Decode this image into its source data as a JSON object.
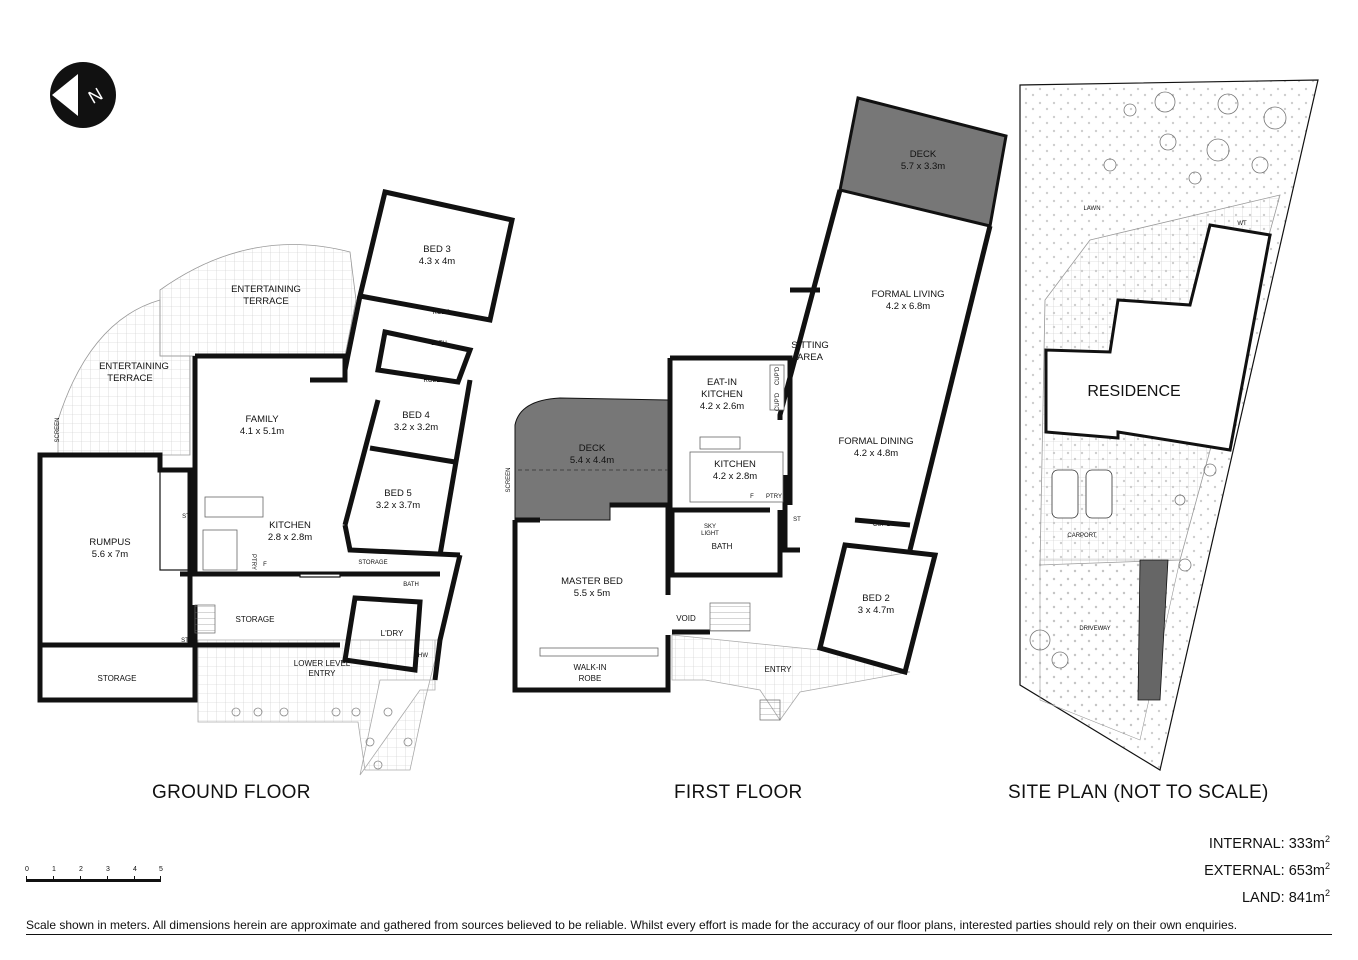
{
  "titles": {
    "ground": "GROUND FLOOR",
    "first": "FIRST FLOOR",
    "site": "SITE PLAN (NOT TO SCALE)"
  },
  "areas": {
    "internal_label": "INTERNAL:",
    "internal_value": "333m",
    "external_label": "EXTERNAL:",
    "external_value": "653m",
    "land_label": "LAND:",
    "land_value": "841m",
    "unit_exponent": "2"
  },
  "scale_bar": {
    "ticks": [
      "0",
      "1",
      "2",
      "3",
      "4",
      "5"
    ]
  },
  "compass": {
    "letter": "N"
  },
  "disclaimer": "Scale shown in meters. All dimensions herein are approximate and gathered from sources believed to be  reliable. Whilst every effort is made for the accuracy of our floor plans, interested parties should rely on their own enquiries.",
  "ground_floor": {
    "entertaining_terrace_1": "ENTERTAINING",
    "entertaining_terrace_1b": "TERRACE",
    "entertaining_terrace_2": "ENTERTAINING",
    "entertaining_terrace_2b": "TERRACE",
    "screen": "SCREEN",
    "bed3": "BED 3",
    "bed3_dim": "4.3 x 4m",
    "robe1": "ROBE",
    "robe2": "ROBE",
    "bath1": "BATH",
    "family": "FAMILY",
    "family_dim": "4.1 x 5.1m",
    "bed4": "BED 4",
    "bed4_dim": "3.2 x 3.2m",
    "bed5": "BED 5",
    "bed5_dim": "3.2 x 3.7m",
    "kitchen": "KITCHEN",
    "kitchen_dim": "2.8 x 2.8m",
    "rumpus": "RUMPUS",
    "rumpus_dim": "5.6 x 7m",
    "st1": "ST",
    "st2": "ST",
    "ptry": "PTRY",
    "f": "F",
    "storage1": "STORAGE",
    "storage2": "STORAGE",
    "storage3": "STORAGE",
    "bath2": "BATH",
    "ldry": "L'DRY",
    "hw": "HW",
    "lower_entry": "LOWER LEVEL",
    "lower_entry_b": "ENTRY"
  },
  "first_floor": {
    "deck1": "DECK",
    "deck1_dim": "5.7 x 3.3m",
    "formal_living": "FORMAL LIVING",
    "formal_living_dim": "4.2 x 6.8m",
    "sitting": "SITTING",
    "sitting_b": "AREA",
    "eatin": "EAT-IN",
    "eatin_b": "KITCHEN",
    "eatin_dim": "4.2 x 2.6m",
    "cupd1": "CUP'D",
    "cupd2": "CUP'D",
    "cupd3": "CUP'D",
    "deck2": "DECK",
    "deck2_dim": "5.4 x 4.4m",
    "screen": "SCREEN",
    "kitchen": "KITCHEN",
    "kitchen_dim": "4.2 x 2.8m",
    "f": "F",
    "ptry": "PTRY",
    "formal_dining": "FORMAL DINING",
    "formal_dining_dim": "4.2 x 4.8m",
    "sky": "SKY",
    "sky_b": "LIGHT",
    "bath": "BATH",
    "st": "ST",
    "master": "MASTER BED",
    "master_dim": "5.5 x 5m",
    "void": "VOID",
    "bed2": "BED 2",
    "bed2_dim": "3 x 4.7m",
    "entry": "ENTRY",
    "walkin": "WALK-IN",
    "walkin_b": "ROBE"
  },
  "site_plan": {
    "lawn": "LAWN",
    "wt": "WT",
    "residence": "RESIDENCE",
    "carport": "CARPORT",
    "driveway": "DRIVEWAY"
  }
}
